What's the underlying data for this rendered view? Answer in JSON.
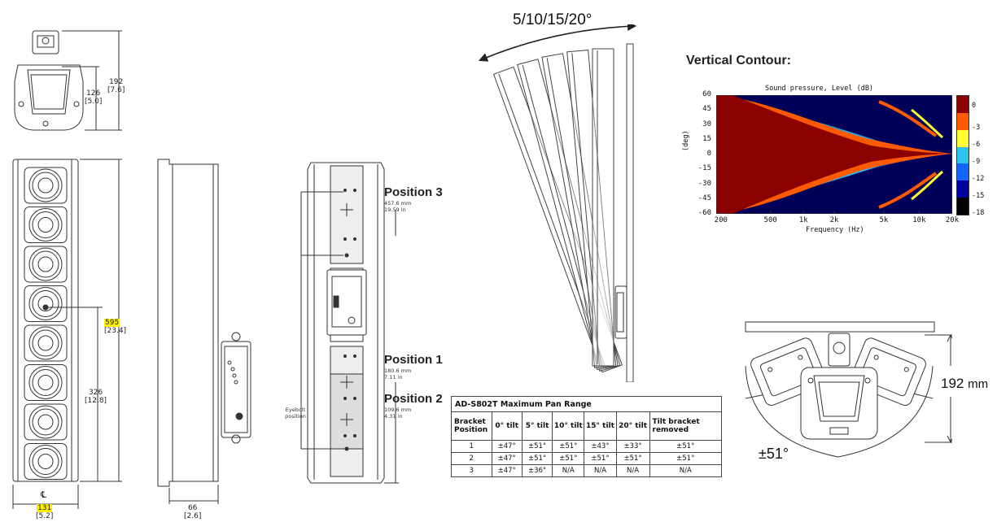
{
  "front_drawing": {
    "top_view": {
      "dim_total": "192",
      "dim_total_in": "[7.6]",
      "dim_body": "126",
      "dim_body_in": "[5.0]"
    },
    "front_view": {
      "height": "595",
      "height_in": "[23.4]",
      "mid_height": "326",
      "mid_height_in": "[12.8]",
      "width": "131",
      "width_in": "[5.2]",
      "centerline_symbol": "℄"
    },
    "side_view": {
      "depth": "66",
      "depth_in": "[2.6]"
    }
  },
  "rear_view": {
    "positions": [
      {
        "label": "Position 3",
        "mm": "457.6 mm",
        "in": "19.59 in"
      },
      {
        "label": "Position 1",
        "mm": "180.6 mm",
        "in": "7.11 in"
      },
      {
        "label": "Position 2",
        "mm": "109.6 mm",
        "in": "4.31 in"
      }
    ],
    "eyebolt_label": "Eyebolt position"
  },
  "tilt_diagram": {
    "label": "5/10/15/20°"
  },
  "vertical_contour": {
    "heading": "Vertical Contour:",
    "title": "Sound pressure, Level (dB)",
    "ylabel": "(deg)",
    "xlabel": "Frequency (Hz)",
    "y_ticks": [
      "60",
      "45",
      "30",
      "15",
      "0",
      "-15",
      "-30",
      "-45",
      "-60"
    ],
    "x_ticks": [
      "200",
      "500",
      "1k",
      "2k",
      "5k",
      "10k",
      "20k"
    ],
    "colorbar": [
      {
        "label": "0",
        "color": "#8b0000"
      },
      {
        "label": "-3",
        "color": "#ff5a00"
      },
      {
        "label": "-6",
        "color": "#ffff33"
      },
      {
        "label": "-9",
        "color": "#2ec4ee"
      },
      {
        "label": "-12",
        "color": "#1464ff"
      },
      {
        "label": "-15",
        "color": "#0000a0"
      },
      {
        "label": "-18",
        "color": "#000000"
      }
    ]
  },
  "pan_table": {
    "caption": "AD-S802T Maximum Pan Range",
    "headers": [
      "Bracket Position",
      "0° tilt",
      "5° tilt",
      "10° tilt",
      "15° tilt",
      "20° tilt",
      "Tilt bracket removed"
    ],
    "rows": [
      [
        "1",
        "±47°",
        "±51°",
        "±51°",
        "±43°",
        "±33°",
        "±51°"
      ],
      [
        "2",
        "±47°",
        "±51°",
        "±51°",
        "±51°",
        "±51°",
        "±51°"
      ],
      [
        "3",
        "±47°",
        "±36°",
        "N/A",
        "N/A",
        "N/A",
        "N/A"
      ]
    ]
  },
  "pan_diagram": {
    "depth_value": "192",
    "depth_unit": "mm",
    "angle_label": "±51°"
  }
}
